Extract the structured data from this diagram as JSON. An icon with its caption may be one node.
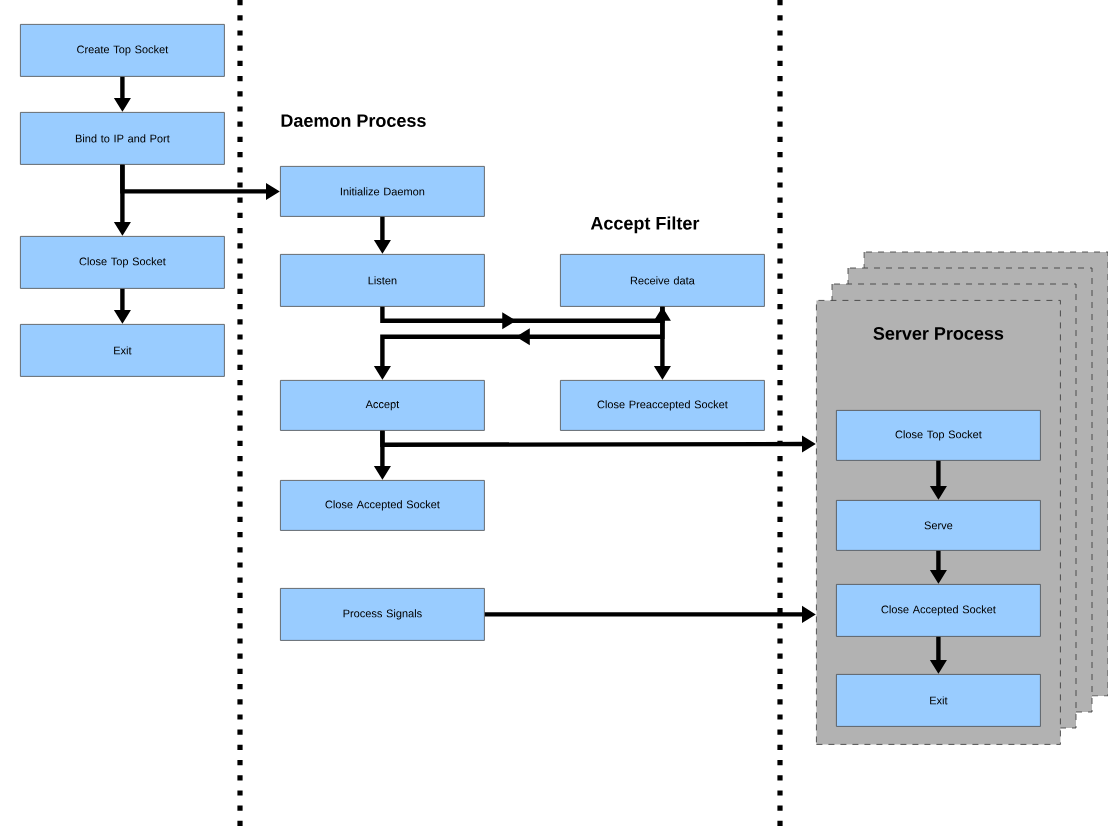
{
  "diagram": {
    "nodes": [
      {
        "text": [
          "Create Top Socket"
        ]
      },
      {
        "text": [
          "Bind to IP and Port"
        ]
      },
      {
        "text": [
          "Close Top Socket"
        ]
      },
      {
        "text": [
          "Exit"
        ]
      },
      {
        "text": [
          "Initialize Daemon"
        ]
      },
      {
        "text": [
          "Listen"
        ]
      },
      {
        "text": [
          "Receive data"
        ]
      },
      {
        "text": [
          "Accept"
        ]
      },
      {
        "text": [
          "Close Preaccepted Socket"
        ]
      },
      {
        "text": [
          "Close Accepted Socket"
        ]
      },
      {
        "text": [
          "Process Signals"
        ]
      },
      {
        "text": [
          "Server Process"
        ]
      },
      {
        "text": [
          "Close Top Socket"
        ],
        "in": 11
      },
      {
        "text": [
          "Serve"
        ],
        "in": 11
      },
      {
        "text": [
          "Close Accepted Socket"
        ],
        "in": 11
      },
      {
        "text": [
          "Exit"
        ],
        "in": 11
      }
    ],
    "edges": [
      {
        "from": 0,
        "to": 1,
        "arrow": "to"
      },
      {
        "from": 1,
        "to": 2,
        "arrow": "to"
      },
      {
        "from": 1,
        "to": 4,
        "arrow": "to"
      },
      {
        "from": 2,
        "to": 3,
        "arrow": "to"
      },
      {
        "from": 4,
        "to": 5,
        "arrow": "to"
      },
      {
        "from": 5,
        "to": 6,
        "arrow": "to"
      },
      {
        "from": 6,
        "to": 7,
        "arrow": "to"
      },
      {
        "from": 6,
        "to": 8,
        "arrow": "to"
      },
      {
        "from": 7,
        "to": 9,
        "arrow": "to"
      },
      {
        "from": 7,
        "to": 11,
        "arrow": "to"
      },
      {
        "from": 10,
        "to": 11,
        "arrow": "to"
      },
      {
        "from": 12,
        "to": 13,
        "arrow": "to"
      },
      {
        "from": 13,
        "to": 14,
        "arrow": "to"
      },
      {
        "from": 14,
        "to": 15,
        "arrow": "to"
      }
    ],
    "labels": [
      "Daemon Process",
      "Accept Filter"
    ]
  }
}
